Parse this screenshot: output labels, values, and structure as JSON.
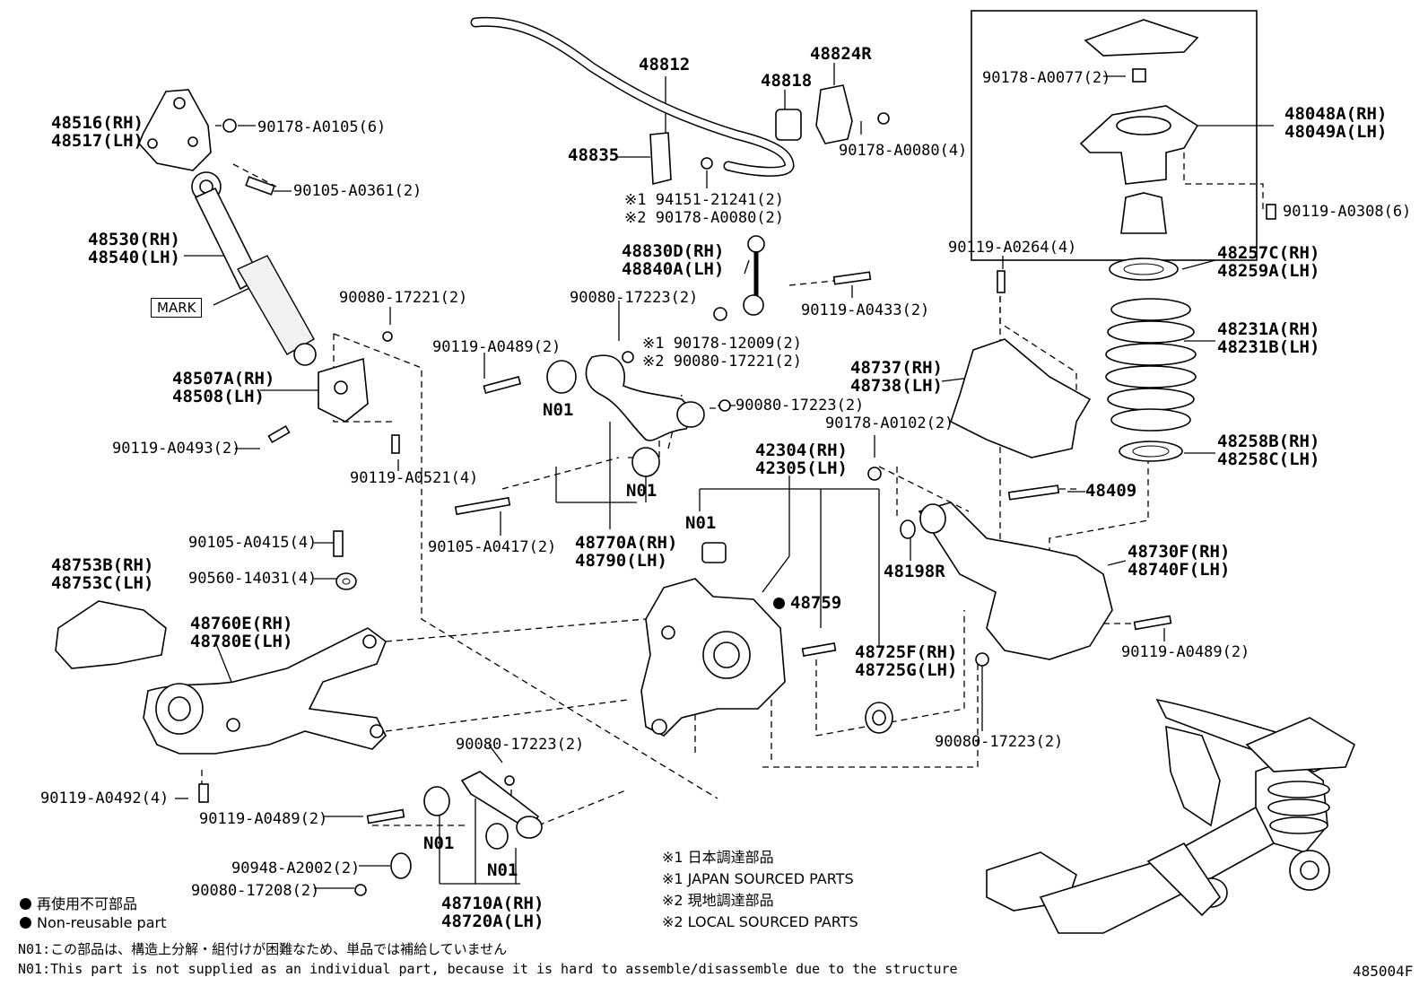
{
  "parts": {
    "p48516": "48516(RH)",
    "p48517": "48517(LH)",
    "p90178_0105": "90178-A0105(6)",
    "p90105_0361": "90105-A0361(2)",
    "p48530": "48530(RH)",
    "p48540": "48540(LH)",
    "mark": "MARK",
    "p90080_17221a": "90080-17221(2)",
    "p48507A": "48507A(RH)",
    "p48508": "48508(LH)",
    "p90119_0493": "90119-A0493(2)",
    "p90119_0521": "90119-A0521(4)",
    "p48812": "48812",
    "p48818": "48818",
    "p48824R": "48824R",
    "p48835": "48835",
    "p90178_0080": "90178-A0080(4)",
    "p94151": "※1 94151-21241(2)",
    "p90178_0080b": "※2 90178-A0080(2)",
    "p48830D": "48830D(RH)",
    "p48840A": "48840A(LH)",
    "p90080_17223a": "90080-17223(2)",
    "p90119_0433": "90119-A0433(2)",
    "p90178_12009": "※1 90178-12009(2)",
    "p90080_17221b": "※2 90080-17221(2)",
    "p90119_0489a": "90119-A0489(2)",
    "n01a": "N01",
    "n01b": "N01",
    "p90080_17223b": "90080-17223(2)",
    "p90105_0417": "90105-A0417(2)",
    "p48770A": "48770A(RH)",
    "p48790": "48790(LH)",
    "p42304": "42304(RH)",
    "p42305": "42305(LH)",
    "n01c": "N01",
    "p48759": "48759",
    "p90178_0077": "90178-A0077(2)",
    "p48048A": "48048A(RH)",
    "p48049A": "48049A(LH)",
    "p90119_0308": "90119-A0308(6)",
    "p90119_0264": "90119-A0264(4)",
    "p48257C": "48257C(RH)",
    "p48259A": "48259A(LH)",
    "p48231A": "48231A(RH)",
    "p48231B": "48231B(LH)",
    "p48737": "48737(RH)",
    "p48738": "48738(LH)",
    "p90178_0102": "90178-A0102(2)",
    "p48258B": "48258B(RH)",
    "p48258C": "48258C(LH)",
    "p48409": "48409",
    "p48198R": "48198R",
    "p48730F": "48730F(RH)",
    "p48740F": "48740F(LH)",
    "p90119_0489b": "90119-A0489(2)",
    "p48725F": "48725F(RH)",
    "p48725G": "48725G(LH)",
    "p90080_17223c": "90080-17223(2)",
    "p90105_0415": "90105-A0415(4)",
    "p90560": "90560-14031(4)",
    "p48753B": "48753B(RH)",
    "p48753C": "48753C(LH)",
    "p48760E": "48760E(RH)",
    "p48780E": "48780E(LH)",
    "p90119_0492": "90119-A0492(4)",
    "p90080_17223d": "90080-17223(2)",
    "p90119_0489c": "90119-A0489(2)",
    "n01d": "N01",
    "n01e": "N01",
    "p90948": "90948-A2002(2)",
    "p90080_17208": "90080-17208(2)",
    "p48710A": "48710A(RH)",
    "p48720A": "48720A(LH)"
  },
  "notes": {
    "japan_jp": "※1 日本調達部品",
    "japan_en": "※1 JAPAN SOURCED PARTS",
    "local_jp": "※2 現地調達部品",
    "local_en": "※2 LOCAL SOURCED PARTS"
  },
  "footer": {
    "nonreusable_jp": "再使用不可部品",
    "nonreusable_en": "Non-reusable part",
    "n01_jp": "N01:この部品は、構造上分解・組付けが困難なため、単品では補給していません",
    "n01_en": "N01:This part is not supplied as an individual part, because it is hard to assemble/disassemble due to the structure",
    "figure_code": "485004F"
  }
}
